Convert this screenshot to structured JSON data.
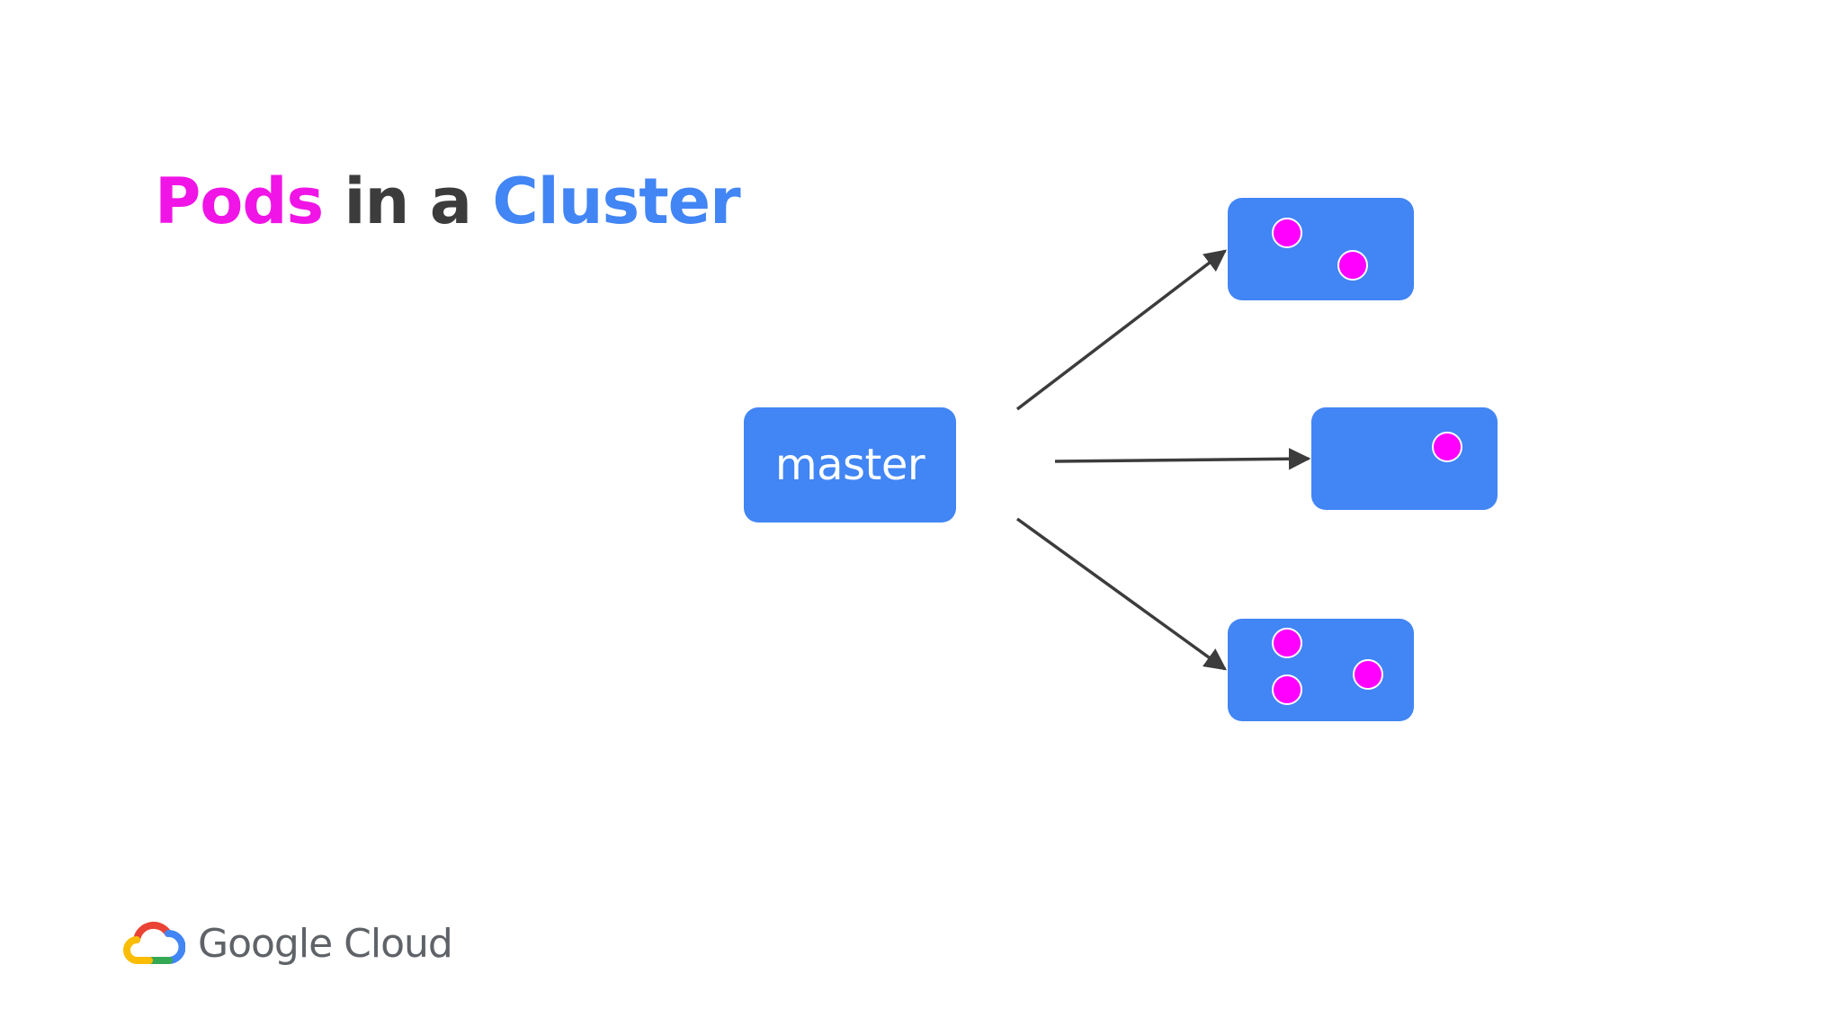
{
  "title": {
    "part1": "Pods",
    "part2": " in a ",
    "part3": "Cluster"
  },
  "diagram": {
    "master_label": "master",
    "nodes": [
      {
        "pods": 2
      },
      {
        "pods": 1
      },
      {
        "pods": 3
      }
    ],
    "connections": [
      {
        "from": "master",
        "to": "node-1"
      },
      {
        "from": "master",
        "to": "node-2"
      },
      {
        "from": "master",
        "to": "node-3"
      }
    ]
  },
  "logo": {
    "icon": "google-cloud-icon",
    "text": "Google Cloud"
  },
  "colors": {
    "pods_word": "#f014e6",
    "cluster_word": "#4285f4",
    "box_fill": "#4285f4",
    "pod_fill": "#ff00ff",
    "arrow": "#3c3c3c"
  }
}
